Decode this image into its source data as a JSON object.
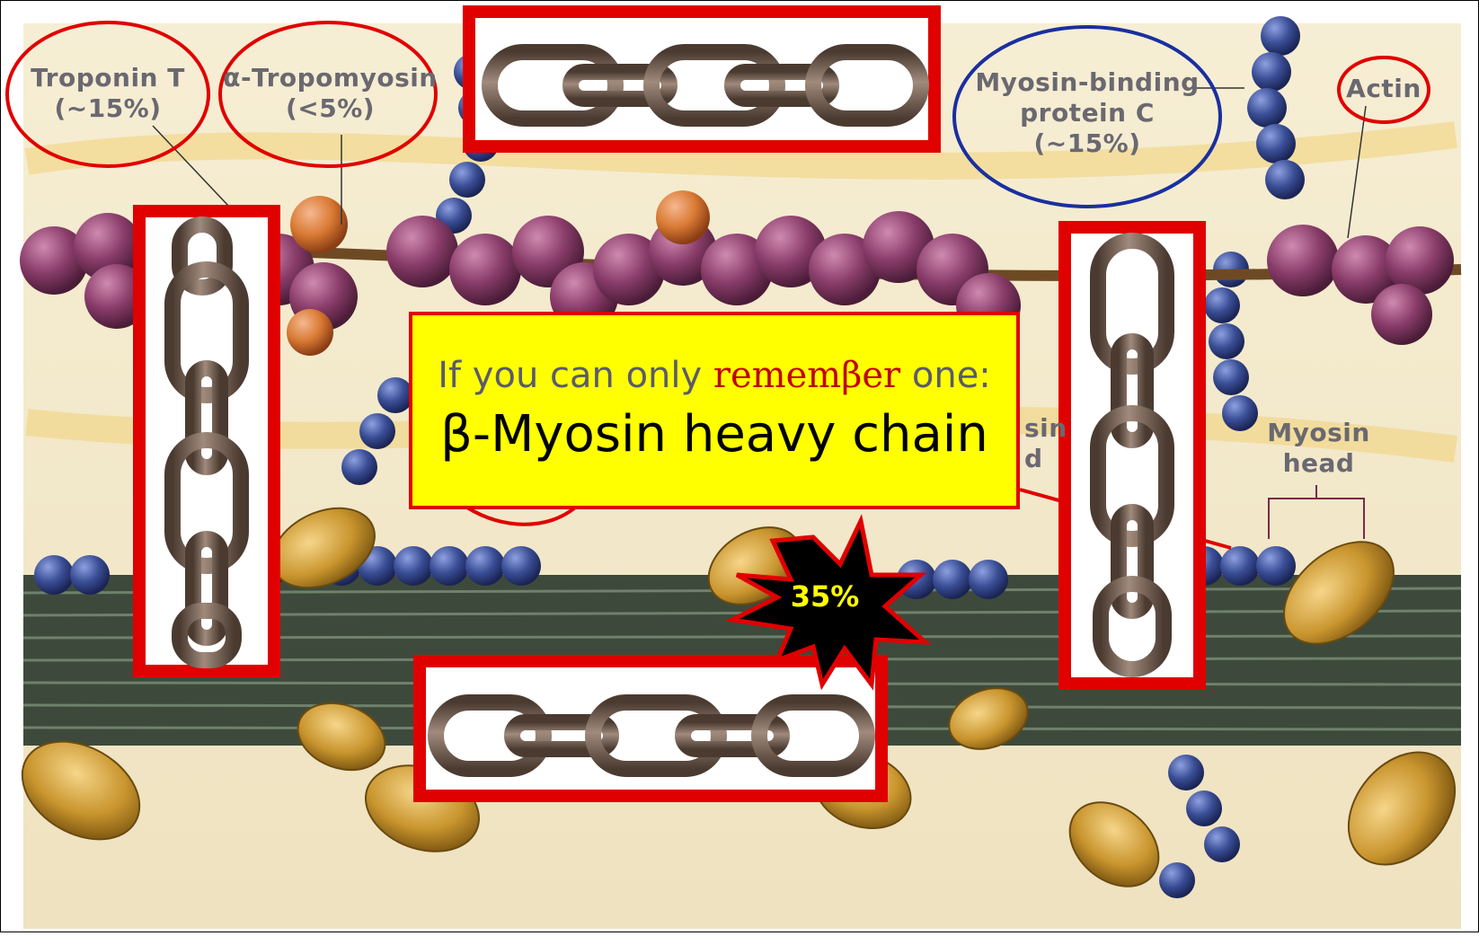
{
  "labels": {
    "troponin": {
      "name": "Troponin T",
      "pct": "(~15%)"
    },
    "tropomyosin": {
      "name": "α-Tropomyosin",
      "pct": "(<5%)"
    },
    "mybpc": {
      "line1": "Myosin-binding",
      "line2": "protein C",
      "pct": "(~15%)"
    },
    "actin": "Actin",
    "myosin_head": {
      "line1": "Myosin",
      "line2": "head"
    },
    "partial_1": "sin",
    "partial_2": "d"
  },
  "callout": {
    "pre": "If you can only ",
    "emph": "rememβer",
    "post": " one:",
    "main": "β-Myosin heavy chain"
  },
  "burst": "35%",
  "colors": {
    "actin_bead": "#8a3d6a",
    "blue_bead": "#3a4e96",
    "orange_bead": "#d97a34",
    "myosin_head": "#c9952e",
    "thick_filament": "#3a4a3a",
    "highlight_red": "#e00000",
    "highlight_blue": "#1a2fa0",
    "callout_bg": "#ffff00"
  }
}
